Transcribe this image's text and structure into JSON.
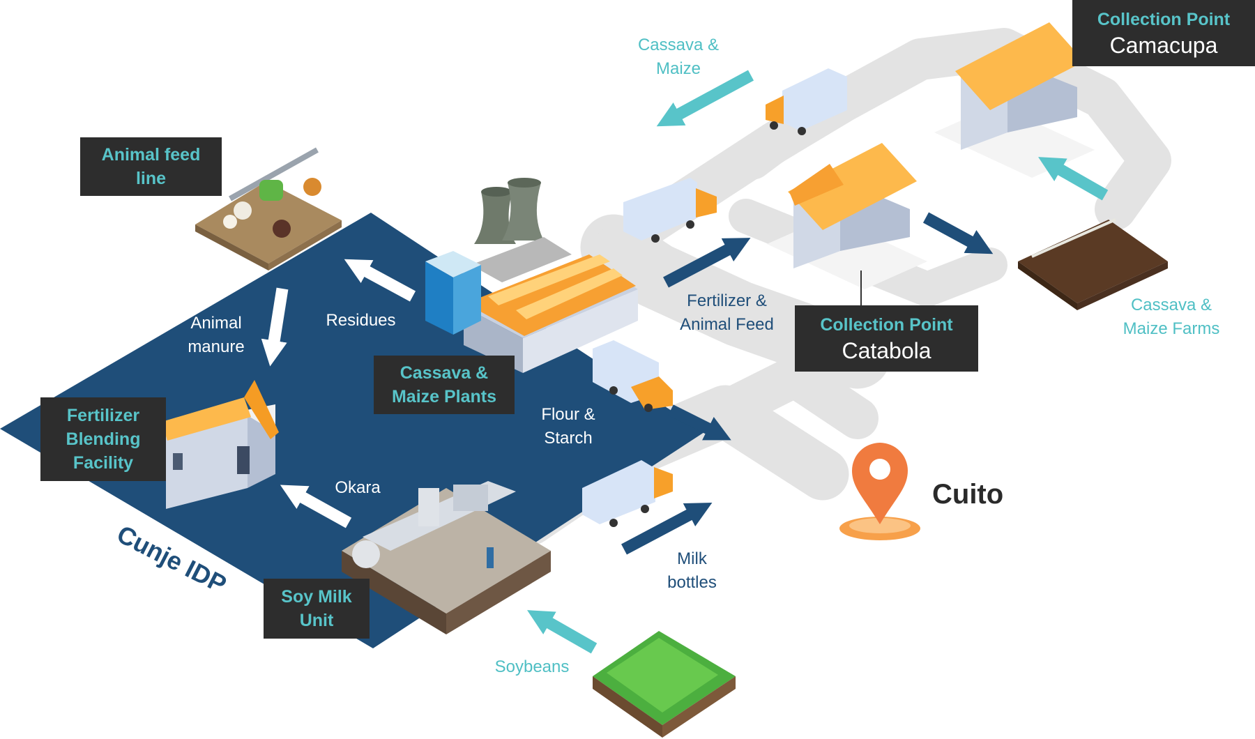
{
  "colors": {
    "region_blue": "#1f4e79",
    "teal_accent": "#58c4c9",
    "label_box": "#2d2d2d",
    "road": "#e3e3e3",
    "pin_orange": "#f07b3f"
  },
  "nodes": {
    "animal_feed_line": "Animal feed\nline",
    "fertilizer_facility": "Fertilizer\nBlending\nFacility",
    "cassava_plants": "Cassava &\nMaize Plants",
    "soy_milk_unit": "Soy Milk\nUnit",
    "collection_camacupa": {
      "title": "Collection Point",
      "name": "Camacupa"
    },
    "collection_catabola": {
      "title": "Collection Point",
      "name": "Catabola"
    }
  },
  "flows": {
    "cassava_maize_top": "Cassava &\nMaize",
    "residues": "Residues",
    "animal_manure": "Animal\nmanure",
    "okara": "Okara",
    "flour_starch": "Flour &\nStarch",
    "fertilizer_feed": "Fertilizer &\nAnimal Feed",
    "milk_bottles": "Milk\nbottles",
    "soybeans": "Soybeans",
    "farms": "Cassava &\nMaize Farms"
  },
  "places": {
    "city": "Cuito",
    "region": "Cunje IDP"
  },
  "icons": [
    "truck-icon",
    "warehouse-icon",
    "factory-icon",
    "cooling-tower-icon",
    "office-building-icon",
    "chicken-feeder-icon",
    "crop-field-icon",
    "farmer-icon",
    "location-pin-icon",
    "arrow-icon"
  ]
}
